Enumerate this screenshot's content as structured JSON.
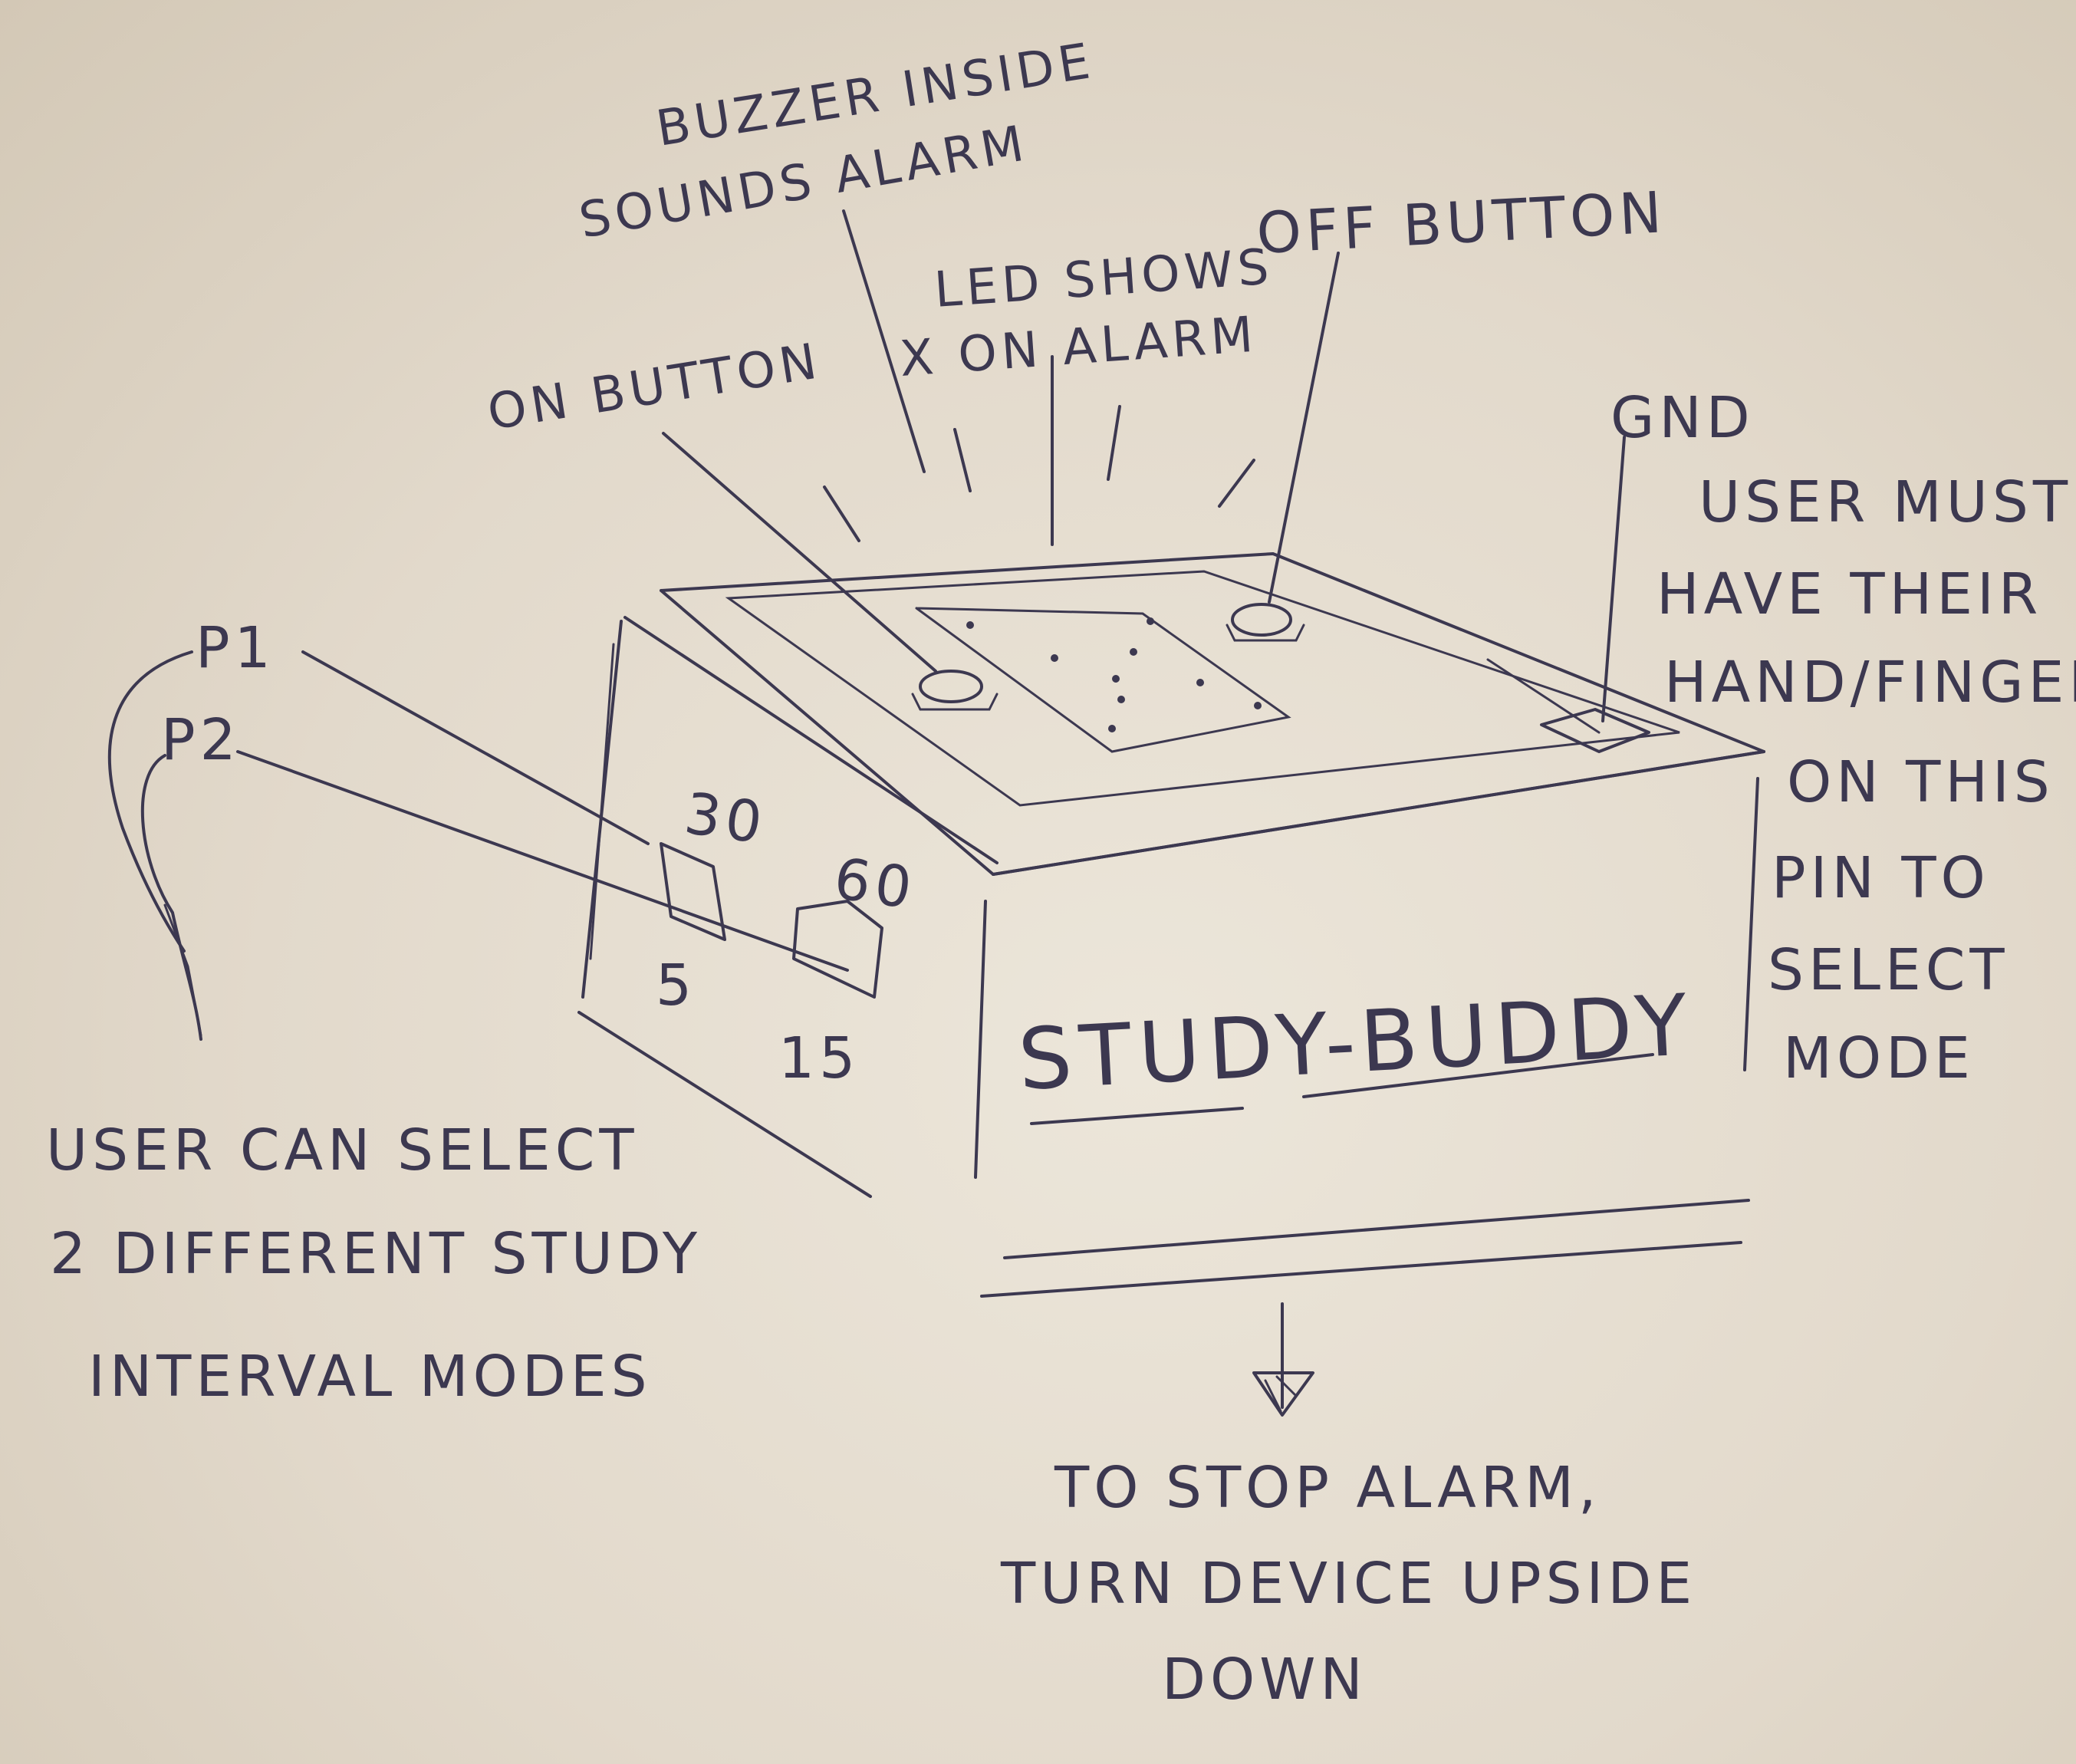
{
  "labels": {
    "buzzer_line1": "BUZZER INSIDE",
    "buzzer_line2": "SOUNDS ALARM",
    "led_line1": "LED SHOWS",
    "led_line2": "X ON ALARM",
    "off_button": "OFF BUTTON",
    "on_button": "ON BUTTON",
    "gnd": "GND",
    "user_must": [
      "USER MUST",
      "HAVE THEIR",
      "HAND/FINGER",
      "ON THIS",
      "PIN TO",
      "SELECT",
      "MODE"
    ],
    "p1": "P1",
    "p2": "P2",
    "mode_30": "30",
    "mode_60": "60",
    "mode_5": "5",
    "mode_15": "15",
    "device_name": "STUDY-BUDDY",
    "user_can": [
      "USER CAN SELECT",
      "2 DIFFERENT STUDY",
      "INTERVAL MODES"
    ],
    "stop_alarm": [
      "TO STOP ALARM,",
      "TURN DEVICE UPSIDE",
      "DOWN"
    ]
  }
}
